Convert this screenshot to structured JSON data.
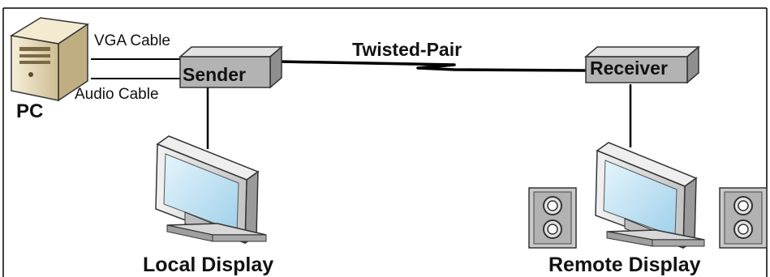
{
  "labels": {
    "pc": "PC",
    "vga_cable": "VGA Cable",
    "audio_cable": "Audio Cable",
    "sender": "Sender",
    "twisted_pair": "Twisted-Pair",
    "receiver": "Receiver",
    "local_display": "Local Display",
    "remote_display": "Remote Display"
  },
  "icons": {
    "pc": "pc-tower-icon",
    "sender": "sender-box-icon",
    "receiver": "receiver-box-icon",
    "local_monitor": "monitor-icon",
    "remote_monitor": "monitor-icon",
    "speaker_left": "speaker-icon",
    "speaker_right": "speaker-icon"
  },
  "colors": {
    "line": "#000000",
    "box_fill": "#b8b8b8",
    "monitor_body": "#dedede",
    "screen": "#bfe1f3",
    "pc_body": "#e9dcb8",
    "speaker_body": "#c9c9c9"
  }
}
